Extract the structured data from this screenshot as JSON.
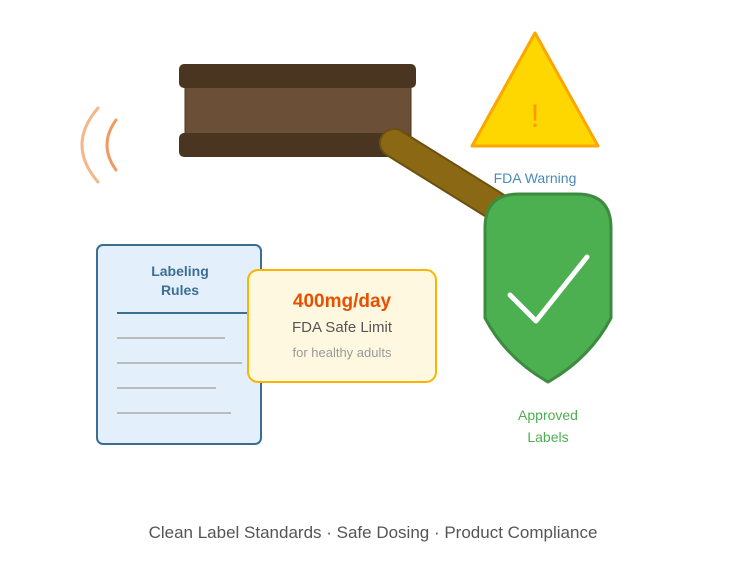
{
  "warning": {
    "label": "FDA Warning",
    "symbol": "!"
  },
  "document": {
    "title_line1": "Labeling",
    "title_line2": "Rules"
  },
  "limit_box": {
    "value": "400mg/day",
    "label": "FDA Safe Limit",
    "note": "for healthy adults"
  },
  "shield": {
    "label_line1": "Approved",
    "label_line2": "Labels"
  },
  "footer": {
    "caption": "Clean Label Standards · Safe Dosing · Product Compliance"
  },
  "colors": {
    "gavel_dark": "#4a3520",
    "gavel_body": "#6b4f36",
    "handle": "#8b6914",
    "warning_fill": "#ffd700",
    "warning_stroke": "#ffa500",
    "shield_fill": "#4caf50",
    "doc_fill": "#e3f0fb",
    "doc_stroke": "#3a6f92",
    "limit_fill": "#fff8e1",
    "limit_stroke": "#ffb300",
    "limit_value": "#e65100"
  }
}
